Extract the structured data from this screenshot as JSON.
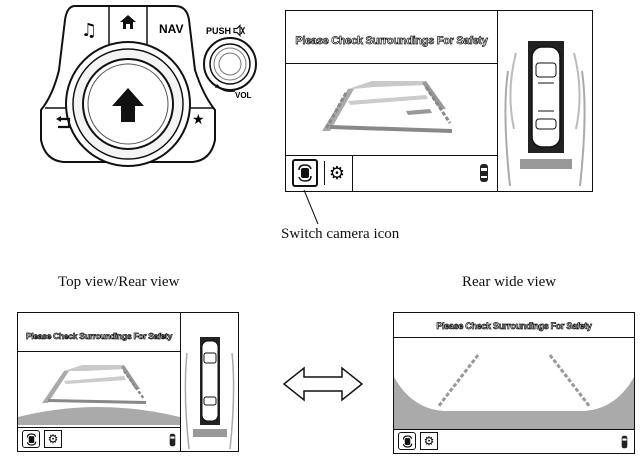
{
  "controller": {
    "nav_label": "NAV",
    "push_label": "PUSH",
    "vol_label": "VOL",
    "icons": [
      "music-icon",
      "home-icon",
      "back-icon",
      "favorite-star-icon",
      "mute-icon",
      "arrow-up-icon"
    ]
  },
  "screen_main": {
    "warning": "Please Check Surroundings For Safety"
  },
  "callout": {
    "label": "Switch camera icon"
  },
  "screen_top_rear": {
    "caption": "Top view/Rear view",
    "warning": "Please Check Surroundings For Safety"
  },
  "screen_wide": {
    "caption": "Rear wide view",
    "warning": "Please Check Surroundings For Safety"
  }
}
